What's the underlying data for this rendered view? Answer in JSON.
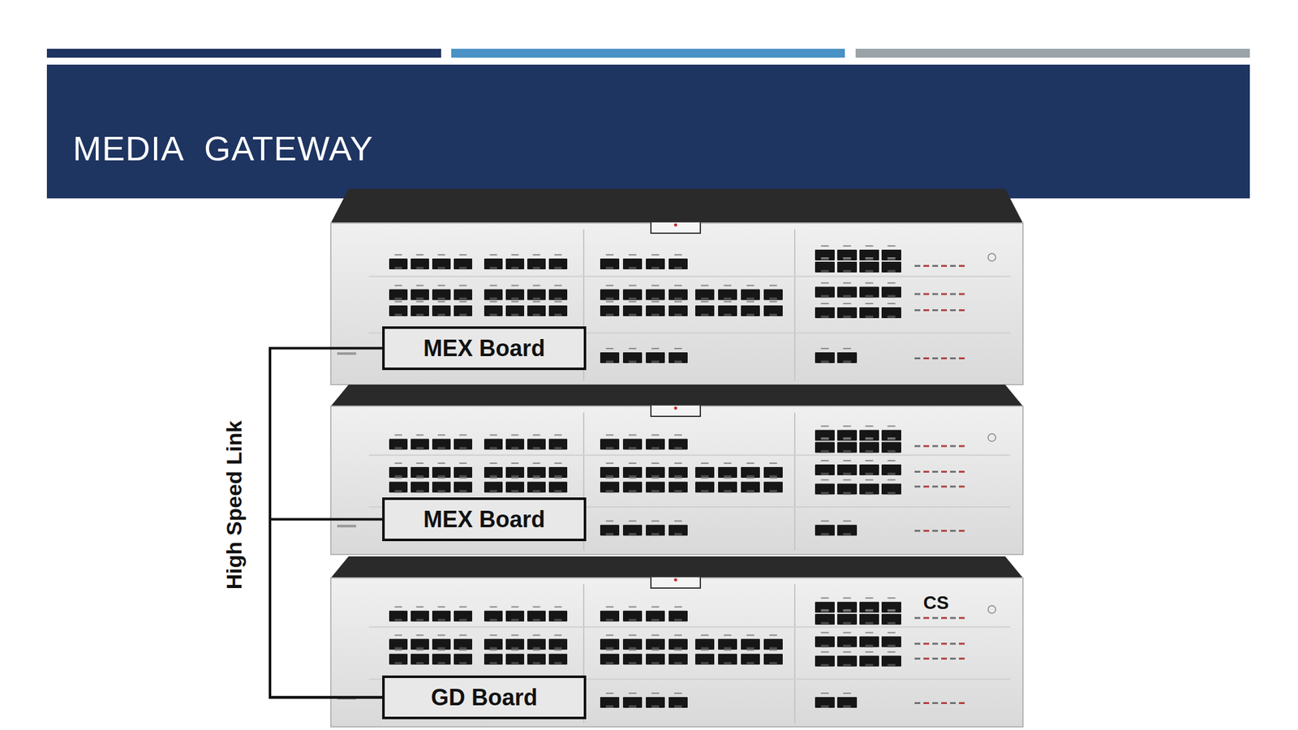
{
  "diagram": {
    "title": "MEDIA GATEWAY",
    "nodes": [
      {
        "text": [
          "MEX Board"
        ]
      },
      {
        "text": [
          "MEX Board"
        ]
      },
      {
        "text": [
          "GD Board"
        ]
      }
    ],
    "edges": [
      {
        "from": 0,
        "to": 2,
        "label": "High Speed Link",
        "arrow": "none"
      },
      {
        "from": 1,
        "to": 2,
        "arrow": "none"
      }
    ],
    "labels": [
      "CS"
    ]
  }
}
